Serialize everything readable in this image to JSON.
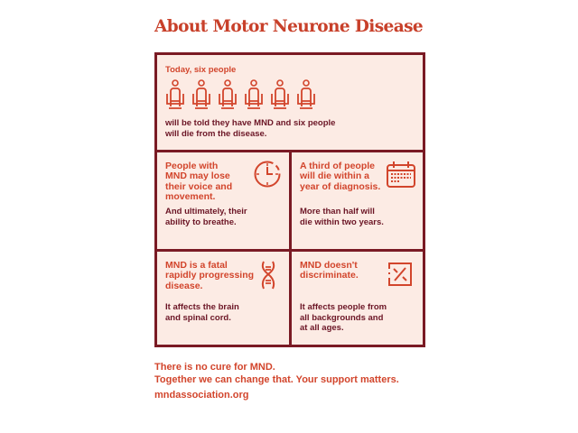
{
  "title": "About Motor Neurone Disease",
  "top": {
    "heading": "Today, six people",
    "icon_count": 6,
    "body": [
      "will be told they have MND and six people",
      "will die from the disease."
    ]
  },
  "cells": [
    {
      "heading": [
        "People with",
        "MND may lose",
        "their voice and",
        "movement."
      ],
      "body": [
        "And ultimately, their",
        "ability to breathe."
      ],
      "icon": "clock-icon"
    },
    {
      "heading": [
        "A third of people",
        "will die within a",
        "year of diagnosis."
      ],
      "body": [
        "More than half will",
        "die within two years."
      ],
      "icon": "calendar-icon"
    },
    {
      "heading": [
        "MND is a fatal",
        "rapidly progressing",
        "disease."
      ],
      "body": [
        "It affects the brain",
        "and spinal cord."
      ],
      "icon": "dna-icon"
    },
    {
      "heading": [
        "MND doesn't",
        "discriminate."
      ],
      "body": [
        "It affects people from",
        "all backgrounds and",
        "at all ages."
      ],
      "icon": "crossed-square-icon"
    }
  ],
  "footer": {
    "line1": "There is no cure for MND.",
    "line2": "Together we can change that. Your support matters.",
    "link": "mndassociation.org"
  },
  "colors": {
    "accent": "#d2452c",
    "dark": "#7a1a24",
    "background": "#fcebe4"
  }
}
